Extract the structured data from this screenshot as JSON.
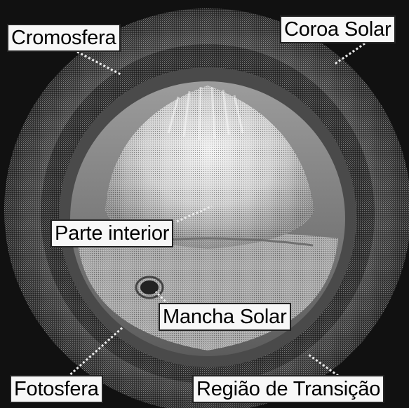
{
  "labels": {
    "cromosfera": "Cromosfera",
    "coroa_solar": "Coroa Solar",
    "parte_interior": "Parte interior",
    "mancha_solar": "Mancha Solar",
    "fotosfera": "Fotosfera",
    "regiao_transicao": "Região de Transição"
  },
  "colors": {
    "background": "#111111",
    "corona": "#5a5a5a",
    "chromosphere": "#3a3a3a",
    "interior": "#d9d9d9",
    "label_bg": "#f7f7f7"
  }
}
